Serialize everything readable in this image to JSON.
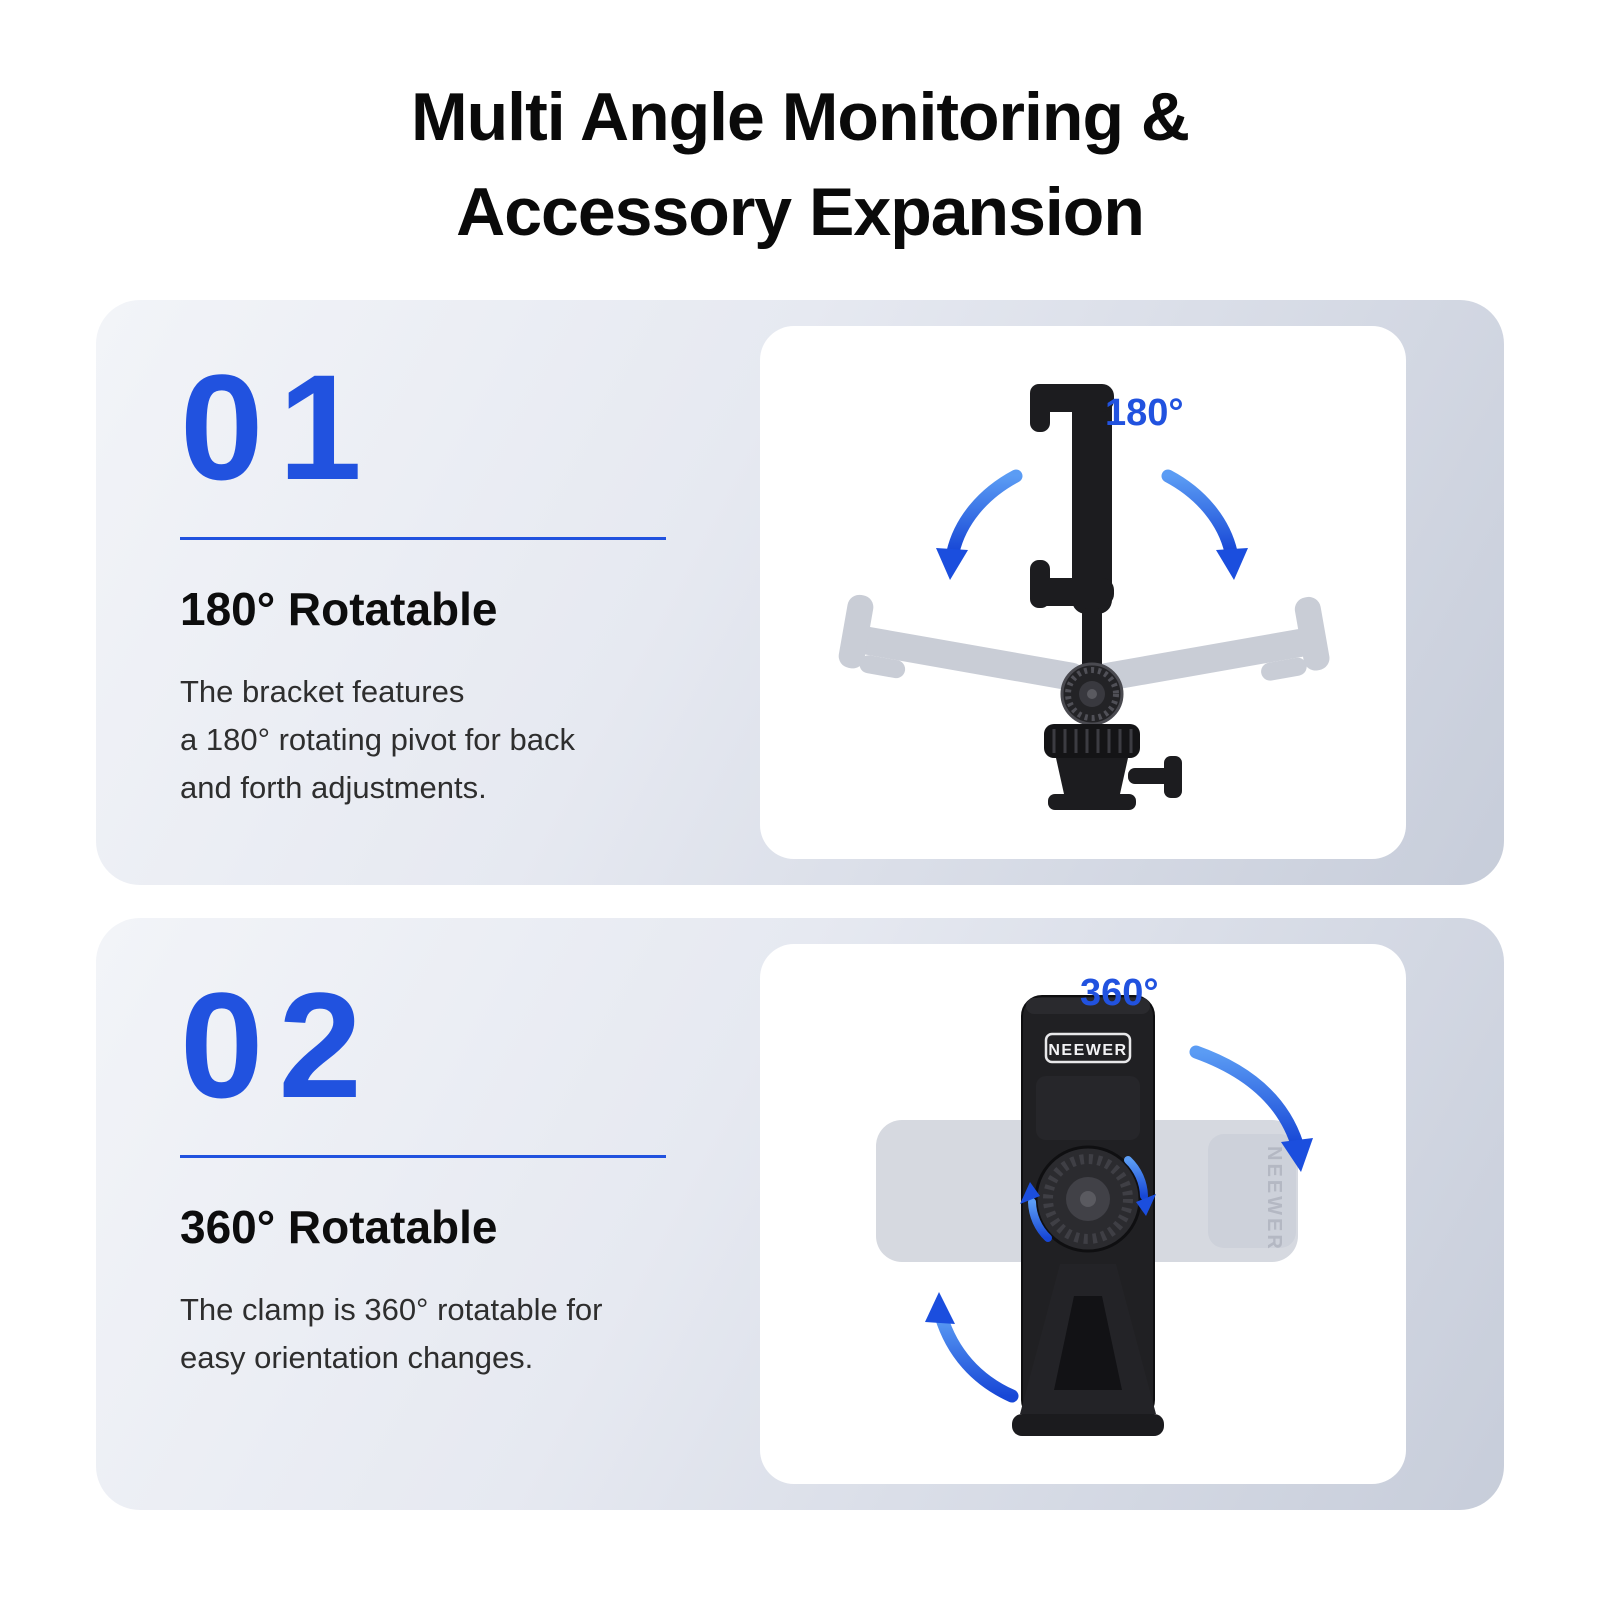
{
  "colors": {
    "accent": "#2152df",
    "arrow_blue_light": "#5b9cf4",
    "arrow_blue_dark": "#1747d6",
    "card_gradient_start": "#f2f4f8",
    "card_gradient_end": "#c7cdda"
  },
  "title": {
    "line1": "Multi Angle Monitoring &",
    "line2": "Accessory Expansion"
  },
  "sections": [
    {
      "number": "01",
      "heading": "180° Rotatable",
      "body": "The bracket features\na 180° rotating pivot for back\nand forth adjustments.",
      "angle_label": "180°"
    },
    {
      "number": "02",
      "heading": "360° Rotatable",
      "body": "The clamp is 360° rotatable for\neasy orientation changes.",
      "angle_label": "360°",
      "brand_label": "NEEWER"
    }
  ]
}
